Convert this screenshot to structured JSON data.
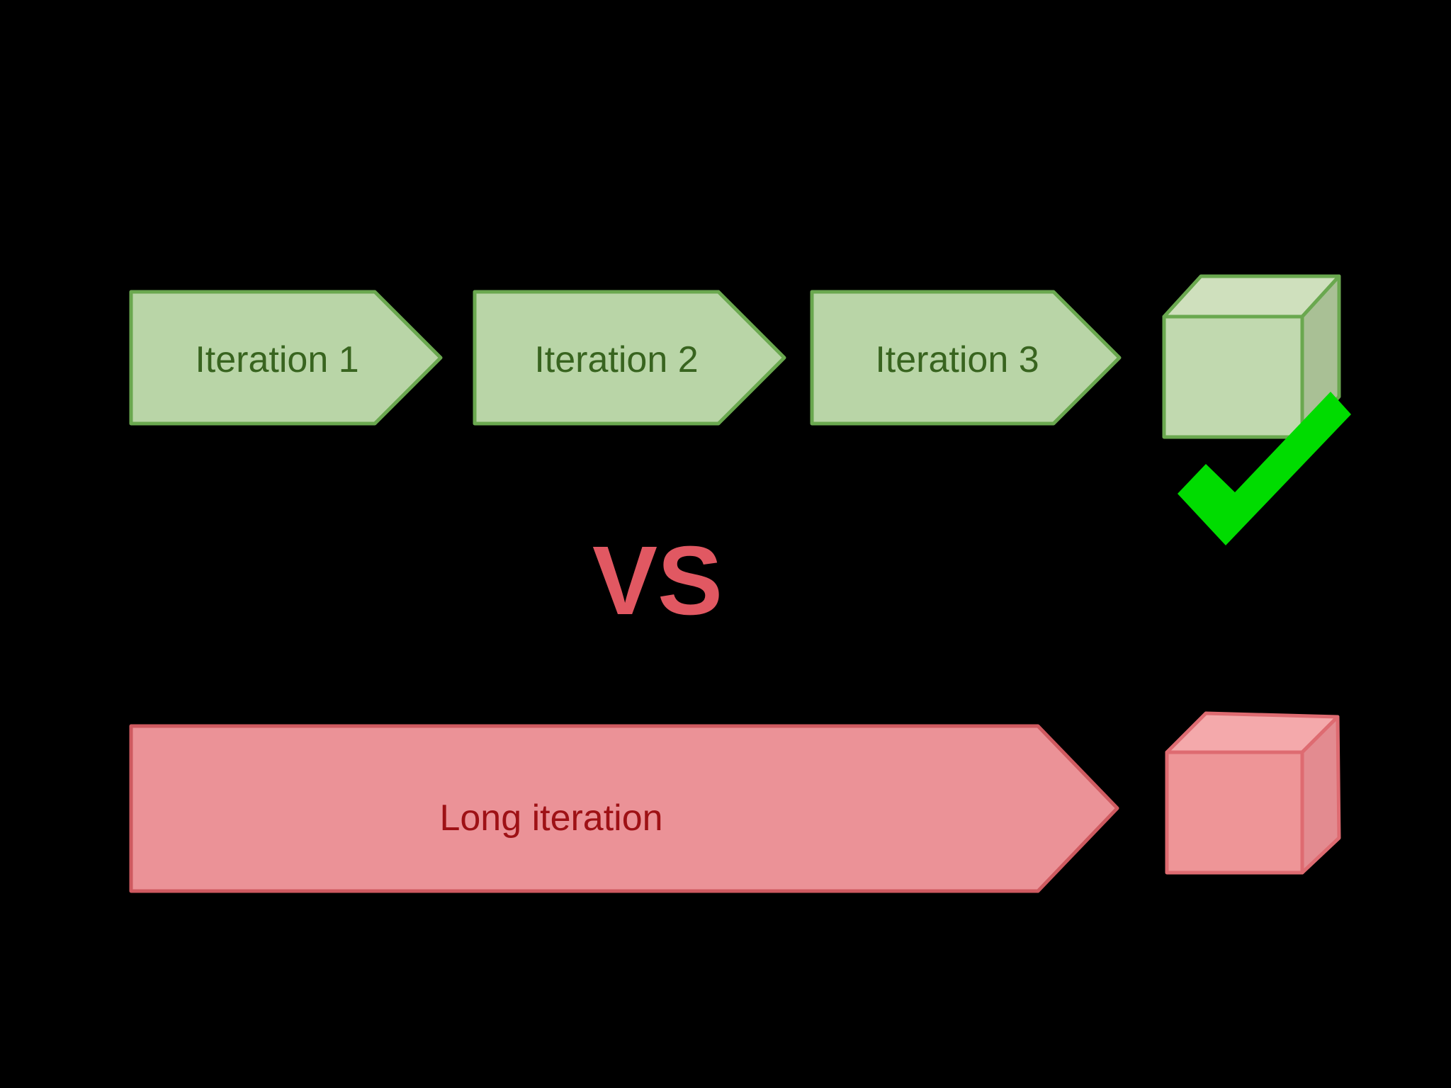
{
  "diagram": {
    "iterations": [
      "Iteration 1",
      "Iteration 2",
      "Iteration 3"
    ],
    "vs_label": "VS",
    "long_iteration_label": "Long iteration"
  },
  "icons": {
    "green_cube": "deliverable-cube",
    "red_cube": "deliverable-cube",
    "checkmark": "success-checkmark"
  },
  "colors": {
    "background": "#000000",
    "green_fill": "#b9d5a7",
    "green_border": "#6aa84f",
    "green_text": "#38641f",
    "green_cube_top": "#cfe0bd",
    "green_cube_front": "#c1d9af",
    "green_cube_side": "#a9c095",
    "check_green": "#00dc00",
    "vs_red": "#e15862",
    "red_fill": "#eb9297",
    "red_border": "#cf5a60",
    "red_text": "#9e1115",
    "red_cube_top": "#f4a9ab",
    "red_cube_front": "#ee9597",
    "red_cube_side": "#e38b90",
    "red_cube_border": "#de6b71"
  }
}
